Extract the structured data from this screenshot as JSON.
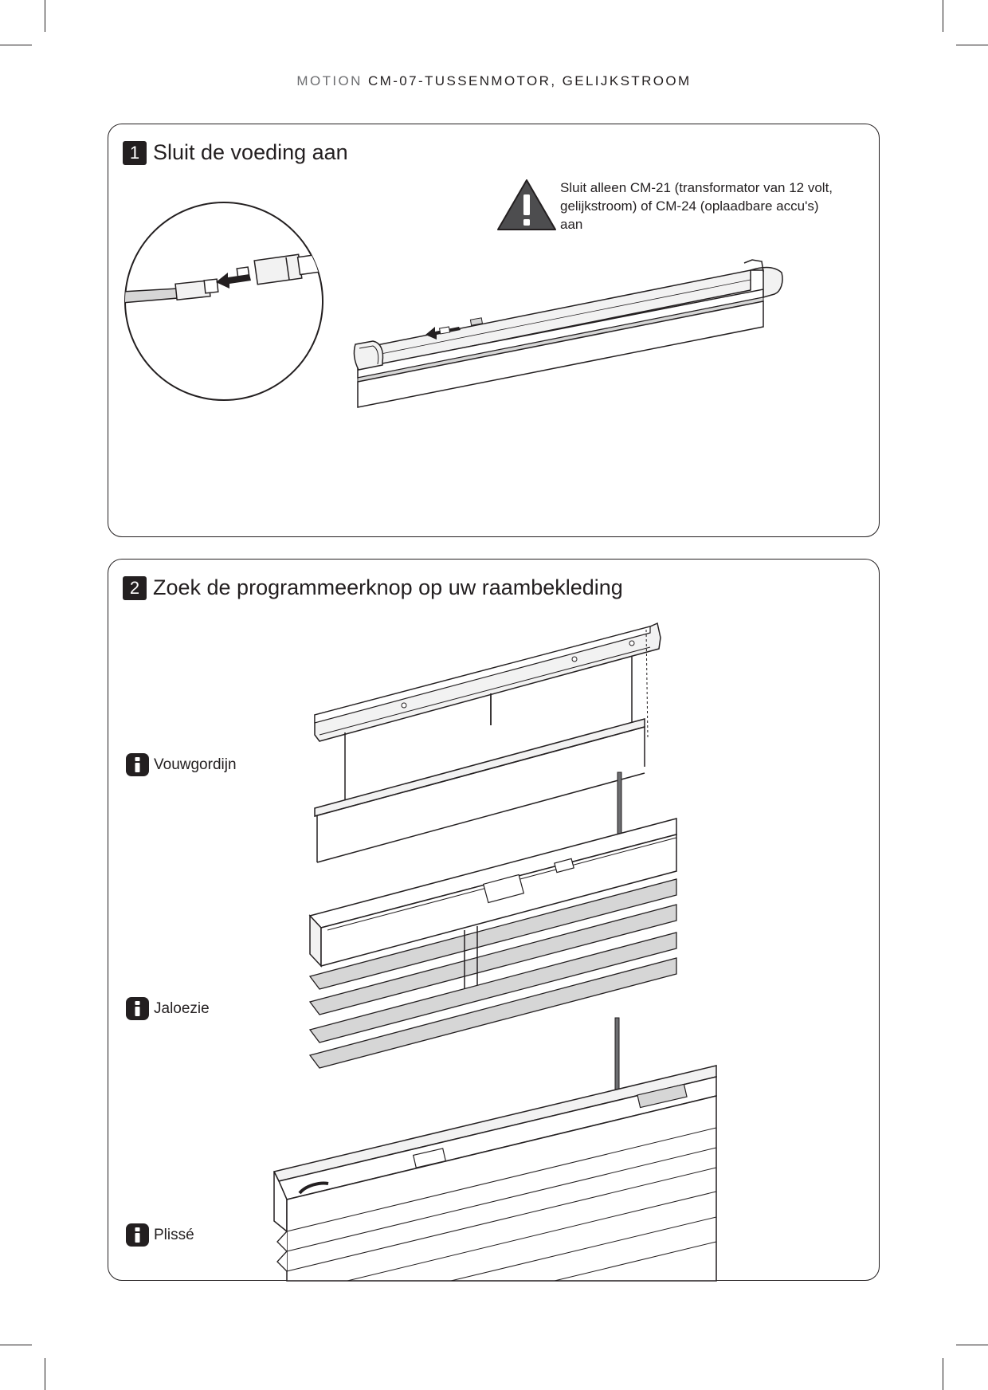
{
  "header": {
    "brand": "MOTION",
    "product": "CM-07-TUSSENMOTOR, GELIJKSTROOM"
  },
  "step1": {
    "number": "1",
    "title": "Sluit de voeding aan",
    "warning_icon": "warning-triangle-icon",
    "warning_text": "Sluit alleen CM-21 (transformator van 12 volt, gelijkstroom) of CM-24 (oplaadbare accu's) aan"
  },
  "step2": {
    "number": "2",
    "title": "Zoek de programmeerknop op uw raambekleding",
    "blinds": [
      {
        "icon": "info-icon",
        "label": "Vouwgordijn"
      },
      {
        "icon": "info-icon",
        "label": "Jaloezie"
      },
      {
        "icon": "info-icon",
        "label": "Plissé"
      }
    ]
  },
  "colors": {
    "ink": "#231f20",
    "grey": "#6d6e71",
    "light_fill": "#f2f2f2",
    "mid_fill": "#d6d6d6"
  }
}
